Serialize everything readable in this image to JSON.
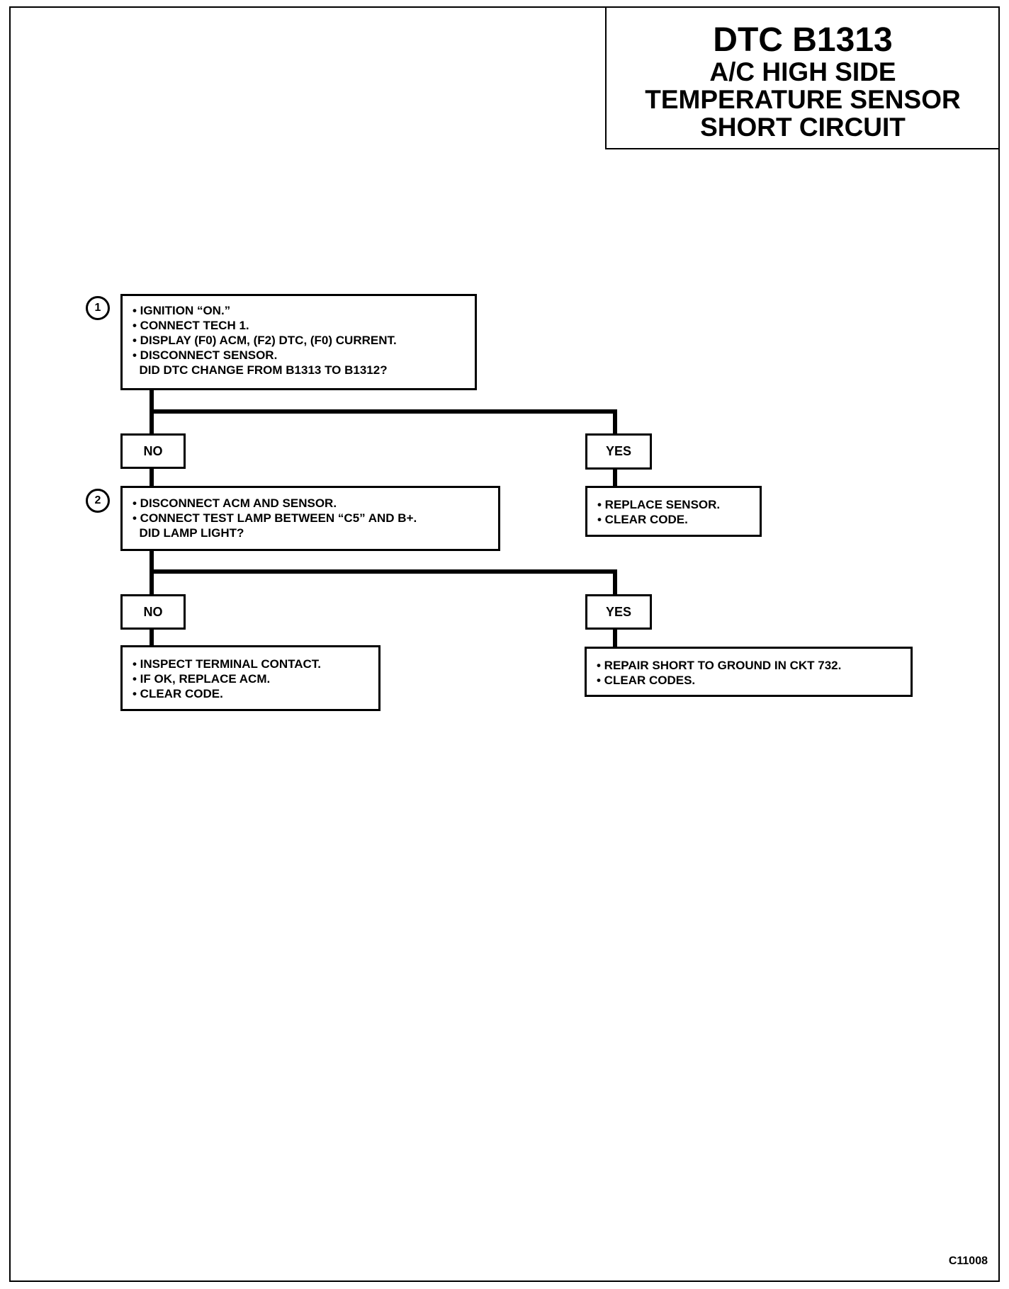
{
  "title": {
    "code": "DTC B1313",
    "line1": "A/C HIGH SIDE",
    "line2": "TEMPERATURE SENSOR",
    "line3": "SHORT CIRCUIT"
  },
  "steps": {
    "step1_number": "1",
    "step2_number": "2"
  },
  "boxes": {
    "step1": [
      "• IGNITION “ON.”",
      "• CONNECT TECH 1.",
      "• DISPLAY (F0) ACM, (F2) DTC, (F0) CURRENT.",
      "• DISCONNECT SENSOR.",
      "  DID DTC CHANGE FROM B1313 TO B1312?"
    ],
    "step2": [
      "• DISCONNECT ACM AND SENSOR.",
      "• CONNECT TEST LAMP BETWEEN “C5” AND B+.",
      "  DID LAMP LIGHT?"
    ],
    "yes1": [
      "• REPLACE SENSOR.",
      "• CLEAR CODE."
    ],
    "no2": [
      "• INSPECT TERMINAL CONTACT.",
      "• IF OK, REPLACE ACM.",
      "• CLEAR CODE."
    ],
    "yes2": [
      "• REPAIR SHORT TO GROUND IN CKT 732.",
      "• CLEAR CODES."
    ]
  },
  "labels": {
    "no1": "NO",
    "yes1": "YES",
    "no2": "NO",
    "yes2": "YES"
  },
  "figure_code": "C11008"
}
